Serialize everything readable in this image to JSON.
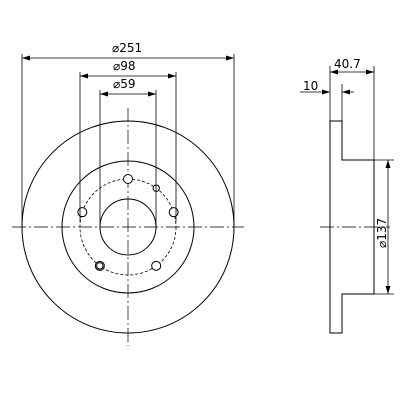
{
  "dimensions": {
    "outer_diameter": "⌀251",
    "bolt_circle": "⌀98",
    "center_bore": "⌀59",
    "hub_diameter": "⌀137",
    "overall_height": "40.7",
    "disc_thickness": "10"
  },
  "bolt_holes": 5,
  "spigot_holes": 2
}
